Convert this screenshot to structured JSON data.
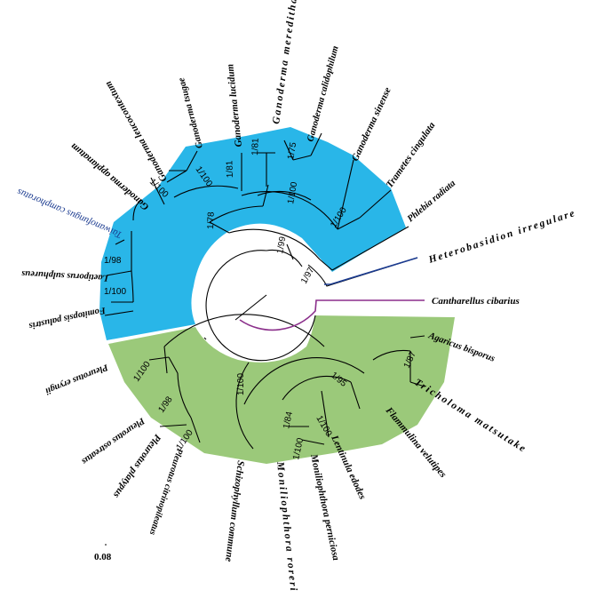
{
  "colors": {
    "polyporales_clade": "#29b6e8",
    "agaricales_clade": "#9bc97a",
    "highlight_blue": "#1a3a8f",
    "highlight_purple": "#8b2f8b",
    "branch": "#000000"
  },
  "taxa": {
    "ganoderma_meredithae": "Ganoderma meredithae",
    "ganoderma_calidophilum": "Ganoderma calidophilum",
    "ganoderma_lucidum": "Ganoderma lucidum",
    "ganoderma_sinense": "Ganoderma sinense",
    "ganoderma_tsugae": "Ganoderma tsugae",
    "ganoderma_leucocontextum": "Ganoderma leucocontextum",
    "trametes_cingulata": "Trametes cingulata",
    "ganoderma_applanatum": "Ganoderma applanatum",
    "phlebia_radiata": "Phlebia radiata",
    "taiwanofungus_camphoratus": "Taiwanofungus camphoratus",
    "heterobasidion_irregulare": "Heterobasidion irregulare",
    "laetiporus_sulphureus": "Laetiporus sulphureus",
    "fomitopsis_palustris": "Fomitopsis palustris",
    "cantharellus_cibarius": "Cantharellus cibarius",
    "pleurotus_eryngii": "Pleurotus eryngii",
    "agaricus_bisporus": "Agaricus bisporus",
    "pleurotus_ostreatus": "Pleurotus ostreatus",
    "tricholoma_matsutake": "Tricholoma matsutake",
    "pleurotus_platypus": "Pleurotus platypus",
    "flammulina_velutipes": "Flammulina velutipes",
    "pleurotus_citrinopileatus": "Pleurotus citrinopileatus",
    "lentinula_edodes": "Lentinula edodes",
    "schizophyllum_commune": "Schizophyllum commune",
    "moniliophthora_perniciosa": "Moniliophthora perniciosa",
    "moniliophthora_roreri": "Moniliophthora roreri"
  },
  "supports": {
    "s_meredithae": "1/81",
    "s_calidophilum": "1/75",
    "s_tsugae": "1/100",
    "s_leucocontextum": "1/100",
    "s_lucidum": "1/81",
    "s_sinense": "1/100",
    "s_trametes": "1/100",
    "s_ganoderma_all": "1/78",
    "s_root_upper": "1/99",
    "s_hetero": "1/97",
    "s_laetiporus": "1/98",
    "s_fomitopsis": "1/100",
    "s_pleurotus_eryngii": "1/100",
    "s_pleurotus_platypus": "1/98",
    "s_pleurotus_citrino": "1/100",
    "s_agaricales": "1/100",
    "s_agaricus": "1/87",
    "s_tricholoma": "1/95",
    "s_monilio": "1/84",
    "s_lentinula": "1/100",
    "s_monilio_pair": "1/100"
  },
  "scale_bar": {
    "value": "0.08"
  }
}
